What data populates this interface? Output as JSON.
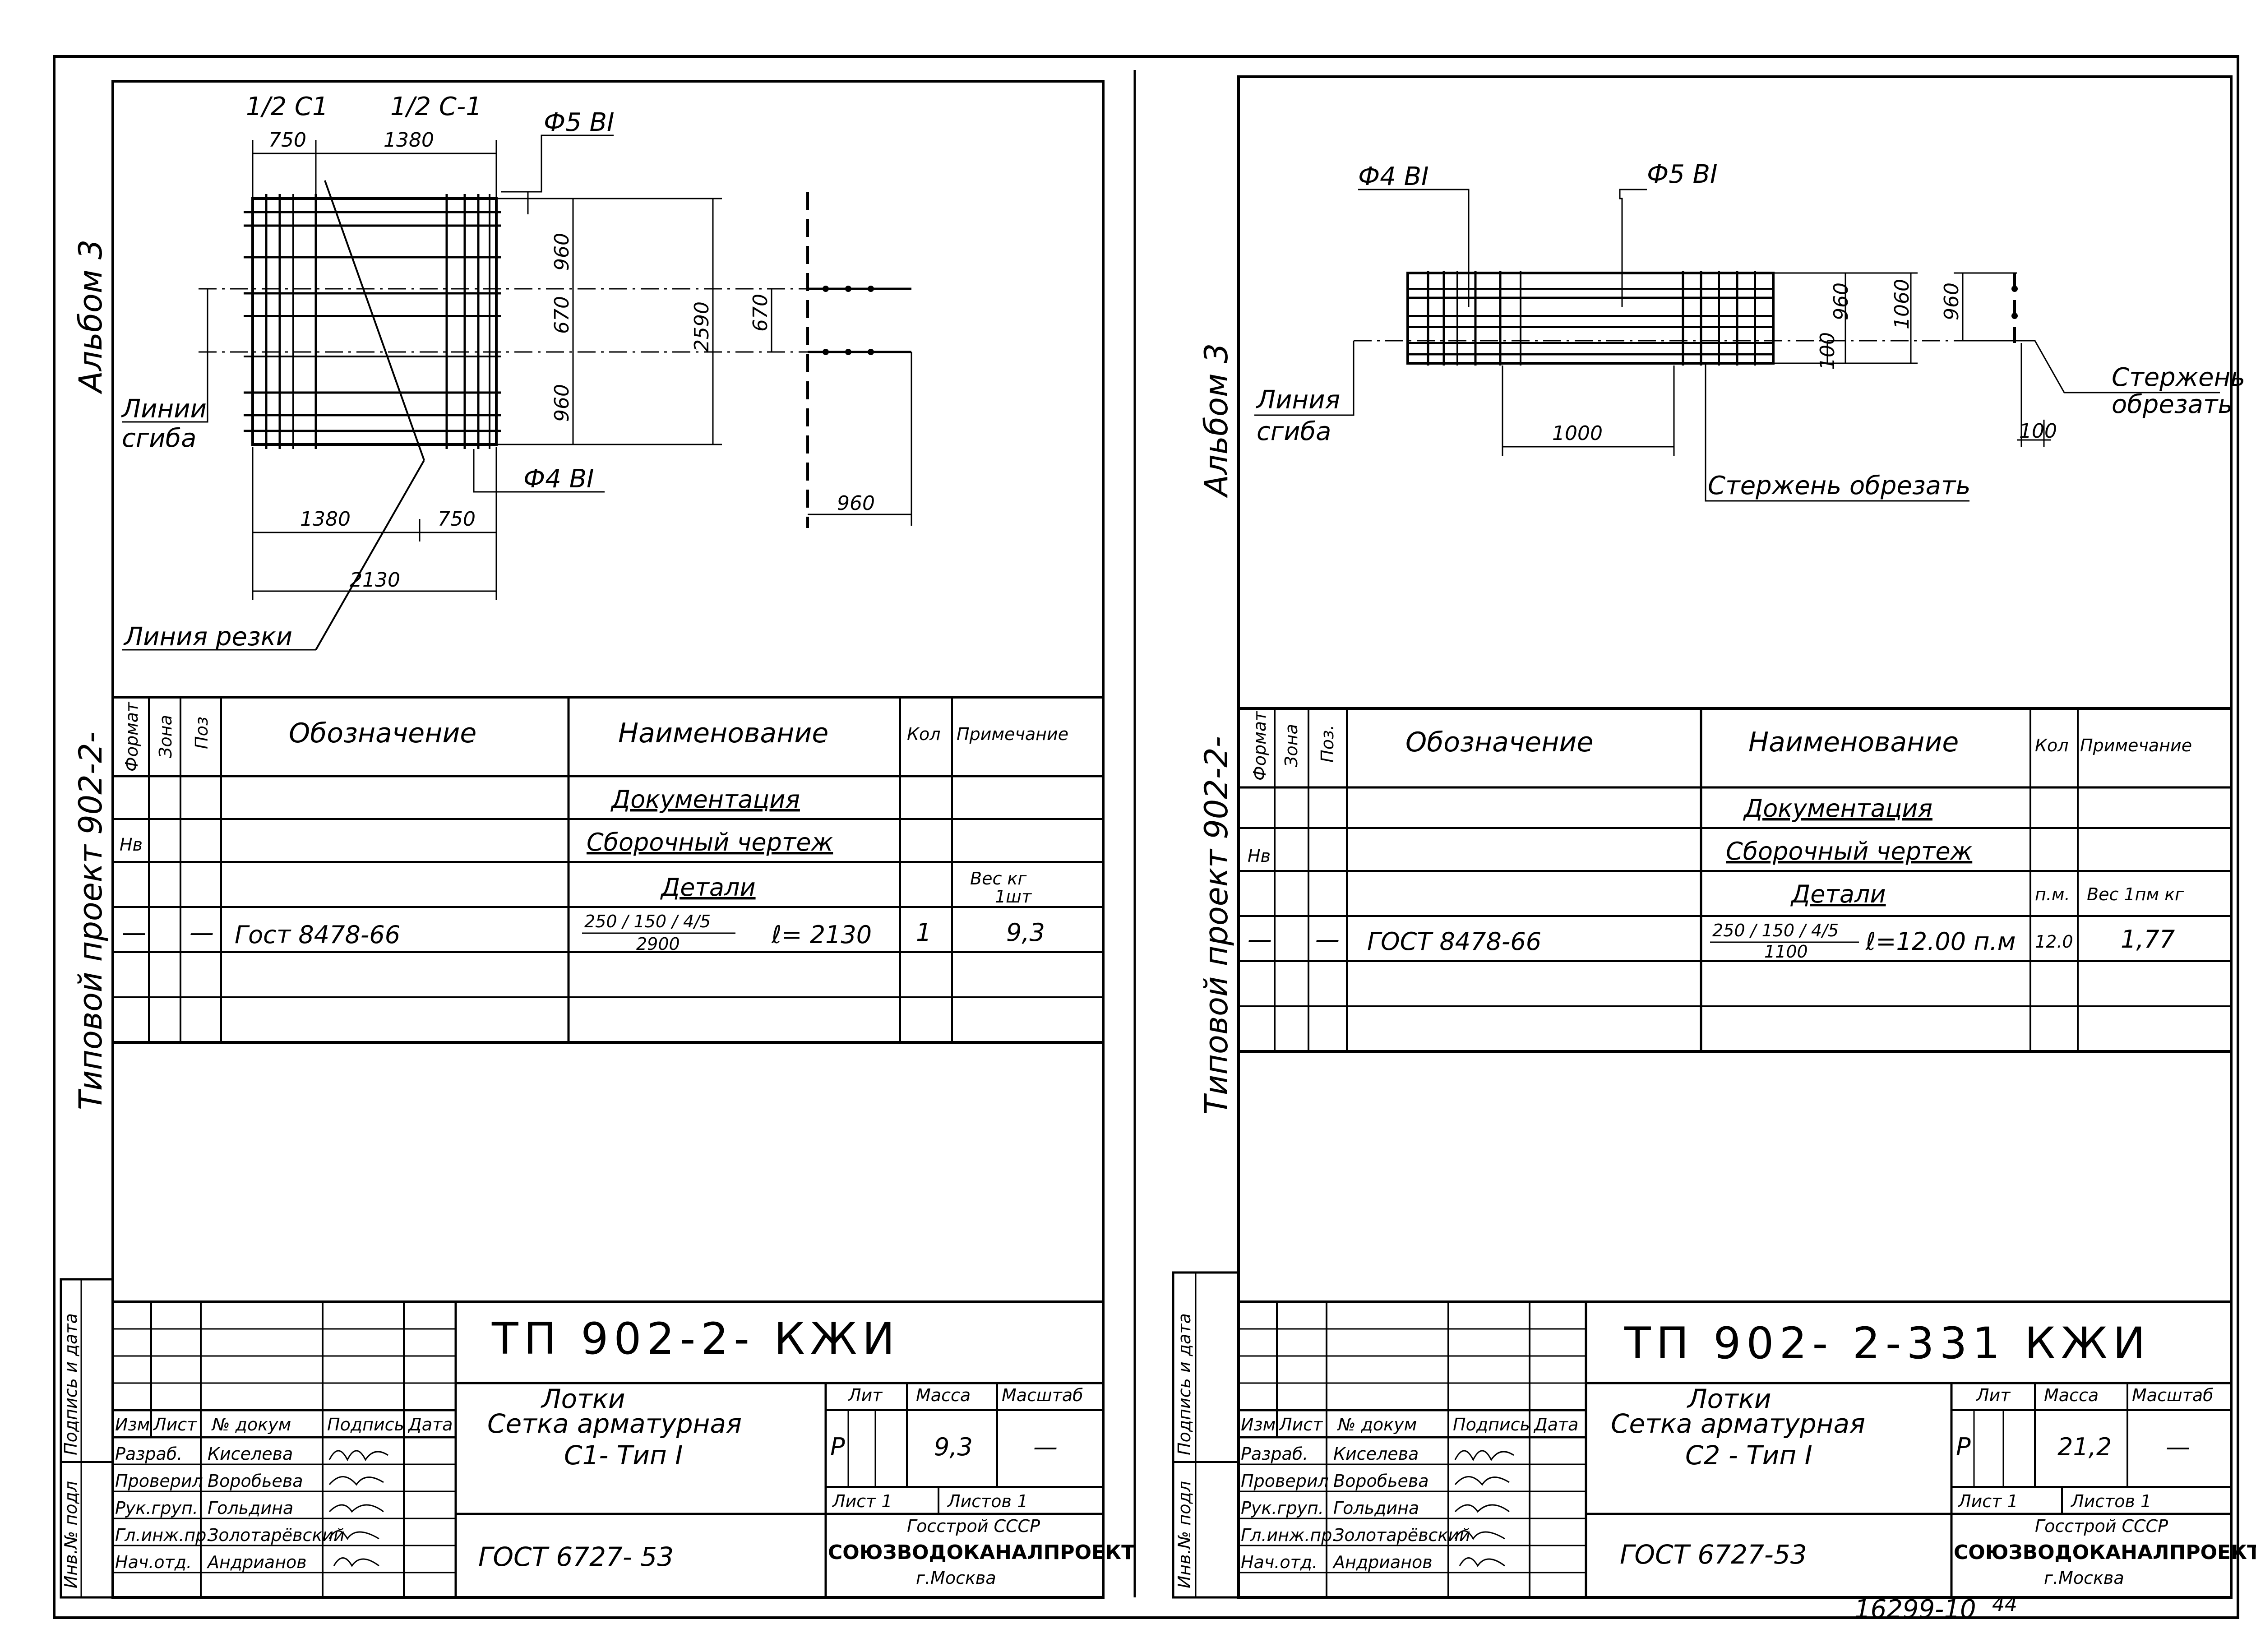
{
  "left": {
    "side_album": "Альбом 3",
    "side_project": "Типовой проект 902-2-",
    "drawing": {
      "half_c1": "1/2 С1",
      "half_c1b": "1/2 С-1",
      "rebar_top": "Ф5 ВI",
      "rebar_bottom": "Ф4 ВI",
      "dims_top": [
        "750",
        "1380"
      ],
      "dims_bottom": [
        "1380",
        "750"
      ],
      "dim_total_w": "2130",
      "dims_v": [
        "960",
        "670",
        "960"
      ],
      "dim_total_h": "2590",
      "dim_section_h": "670",
      "dim_section_w": "960",
      "bend_label_1": "Линии",
      "bend_label_2": "сгиба",
      "cut_label": "Линия резки"
    },
    "spec_headers": [
      "Формат",
      "Зона",
      "Поз",
      "Обозначение",
      "Наименование",
      "Кол",
      "Примечание"
    ],
    "spec": {
      "doc": "Документация",
      "assembly": "Сборочный чертеж",
      "nv": "Нв",
      "details": "Детали",
      "weight_note": "Вес кг",
      "weight_note2": "1шт",
      "dash1": "—",
      "dash2": "—",
      "gost": "Гост 8478-66",
      "frac_num": "250 / 150 / 4/5",
      "frac_den": "2900",
      "length": "ℓ= 2130",
      "qty": "1",
      "note_val": "9,3"
    },
    "stamp": {
      "code": "ТП 902-2-    КЖИ",
      "title1": "Лотки",
      "title2": "Сетка арматурная",
      "title3": "С1- Тип I",
      "gost": "ГОСТ 6727- 53",
      "col_heads": [
        "Изм",
        "Лист",
        "№ докум",
        "Подпись",
        "Дата"
      ],
      "roles": [
        "Разраб.",
        "Проверил",
        "Рук.груп.",
        "Гл.инж.пр.",
        "Нач.отд."
      ],
      "names": [
        "Киселева",
        "Воробьева",
        "Гольдина",
        "Золотарёвский",
        "Андрианов"
      ],
      "lit_label": "Лит",
      "mass_label": "Масса",
      "scale_label": "Масштаб",
      "lit_val": "Р",
      "mass_val": "9,3",
      "scale_val": "—",
      "sheet": "Лист 1",
      "sheets": "Листов 1",
      "gosstroy": "Госстрой СССР",
      "org": "СОЮЗВОДОКАНАЛПРОЕКТ",
      "city": "г.Москва",
      "side_sign": "Подпись и дата",
      "side_inv": "Инв.№ подл"
    }
  },
  "right": {
    "side_album": "Альбом 3",
    "side_project": "Типовой проект 902-2-",
    "drawing": {
      "rebar_a": "Ф4 ВI",
      "rebar_b": "Ф5 ВI",
      "dims_v": [
        "960",
        "1060",
        "960"
      ],
      "dim_100a": "100",
      "dim_100b": "100",
      "dim_1000": "1000",
      "bend_label_1": "Линия",
      "bend_label_2": "сгиба",
      "cut_rod": "Стержень обрезать",
      "cut_rod2a": "Стержень",
      "cut_rod2b": "обрезать"
    },
    "spec_headers": [
      "Формат",
      "Зона",
      "Поз.",
      "Обозначение",
      "Наименование",
      "Кол",
      "Примечание"
    ],
    "spec": {
      "doc": "Документация",
      "assembly": "Сборочный чертеж",
      "nv": "Нв",
      "details": "Детали",
      "unit": "п.м.",
      "weight_note": "Вес 1пм кг",
      "dash1": "—",
      "dash2": "—",
      "gost": "ГОСТ 8478-66",
      "frac_num": "250 / 150 / 4/5",
      "frac_den": "1100",
      "length": "ℓ=12.00 п.м",
      "qty": "12.0",
      "note_val": "1,77"
    },
    "stamp": {
      "code": "ТП 902- 2-331  КЖИ",
      "title1": "Лотки",
      "title2": "Сетка арматурная",
      "title3": "С2 - Тип I",
      "gost": "ГОСТ 6727-53",
      "col_heads": [
        "Изм",
        "Лист",
        "№ докум",
        "Подпись",
        "Дата"
      ],
      "roles": [
        "Разраб.",
        "Проверил",
        "Рук.груп.",
        "Гл.инж.пр.",
        "Нач.отд."
      ],
      "names": [
        "Киселева",
        "Воробьева",
        "Гольдина",
        "Золотарёвский",
        "Андрианов"
      ],
      "lit_label": "Лит",
      "mass_label": "Масса",
      "scale_label": "Масштаб",
      "lit_val": "Р",
      "mass_val": "21,2",
      "scale_val": "—",
      "sheet": "Лист 1",
      "sheets": "Листов 1",
      "gosstroy": "Госстрой СССР",
      "org": "СОЮЗВОДОКАНАЛПРОЕКТ",
      "city": "г.Москва",
      "side_sign": "Подпись и дата",
      "side_inv": "Инв.№ подл"
    }
  },
  "footer": {
    "number": "16299-10",
    "page": "44"
  }
}
